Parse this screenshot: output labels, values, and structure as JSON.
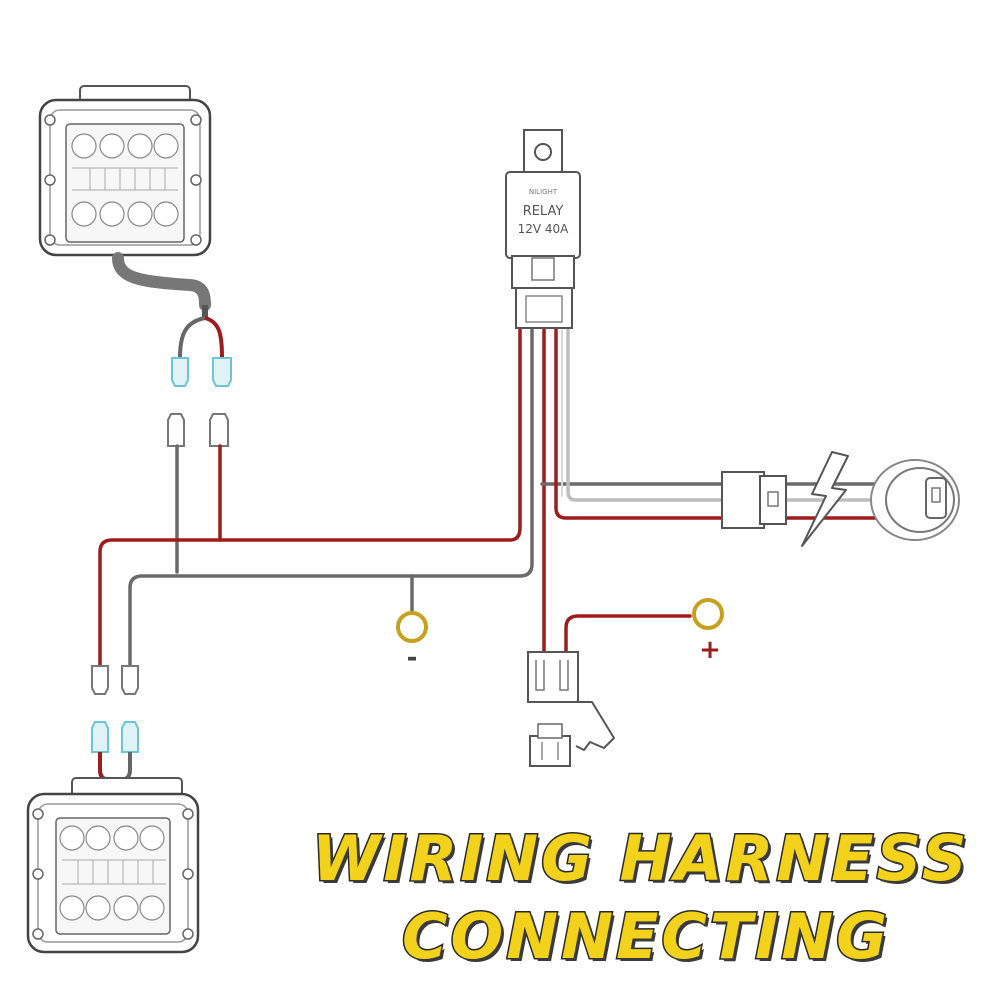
{
  "relay": {
    "brand": "NILIGHT",
    "label": "RELAY",
    "rating": "12V 40A"
  },
  "terminals": {
    "negative": "-",
    "positive": "+"
  },
  "title": {
    "line1": "WIRING HARNESS",
    "line2": "CONNECTING"
  },
  "colors": {
    "wire_positive": "#9e1c1c",
    "wire_ground": "#6a6a6a",
    "terminal_ring": "#c8a020",
    "connector_blue": "#9ad8e4",
    "title_fill": "#f2d21a"
  }
}
